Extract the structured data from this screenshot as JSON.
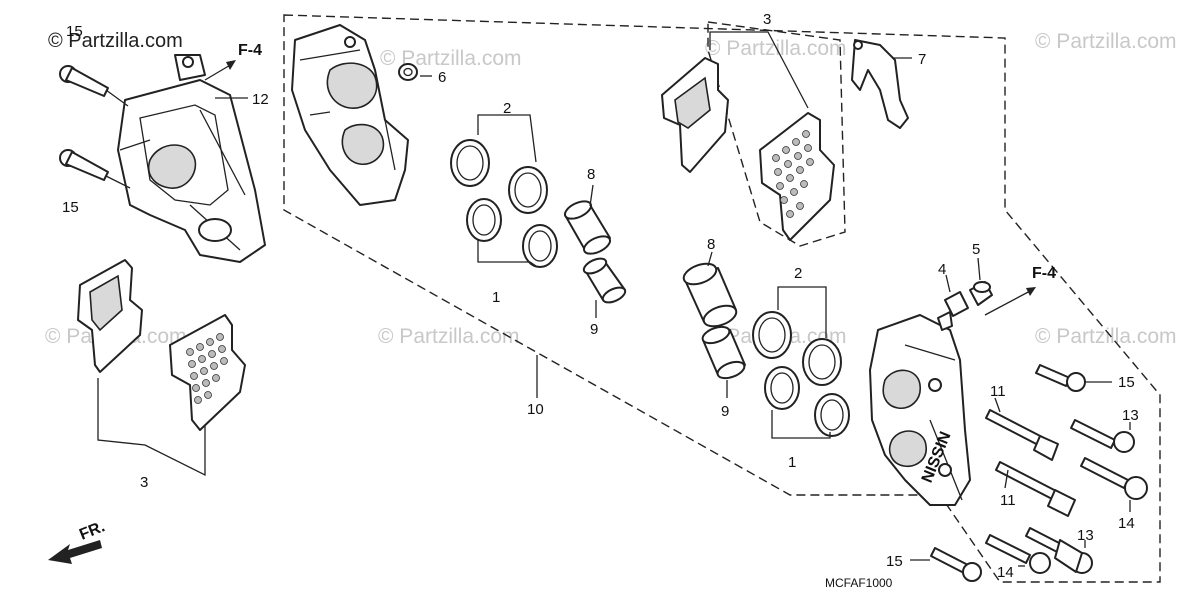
{
  "watermark": {
    "top_left": "© Partzilla.com",
    "repeat": "© Partzilla.com"
  },
  "diagram_code": "MCFAF1000",
  "direction": {
    "label": "FR."
  },
  "references": {
    "left": "F-4",
    "right": "F-4"
  },
  "caliper_brand": "NISSIN",
  "callouts": {
    "c15a": "15",
    "c15b": "15",
    "c15c": "15",
    "c15d": "15",
    "c12": "12",
    "c6": "6",
    "c3a": "3",
    "c3b": "3",
    "c7": "7",
    "c2a": "2",
    "c2b": "2",
    "c8a": "8",
    "c8b": "8",
    "c1a": "1",
    "c1b": "1",
    "c9a": "9",
    "c9b": "9",
    "c10": "10",
    "c4": "4",
    "c5": "5",
    "c11a": "11",
    "c11b": "11",
    "c13a": "13",
    "c13b": "13",
    "c14a": "14",
    "c14b": "14"
  }
}
